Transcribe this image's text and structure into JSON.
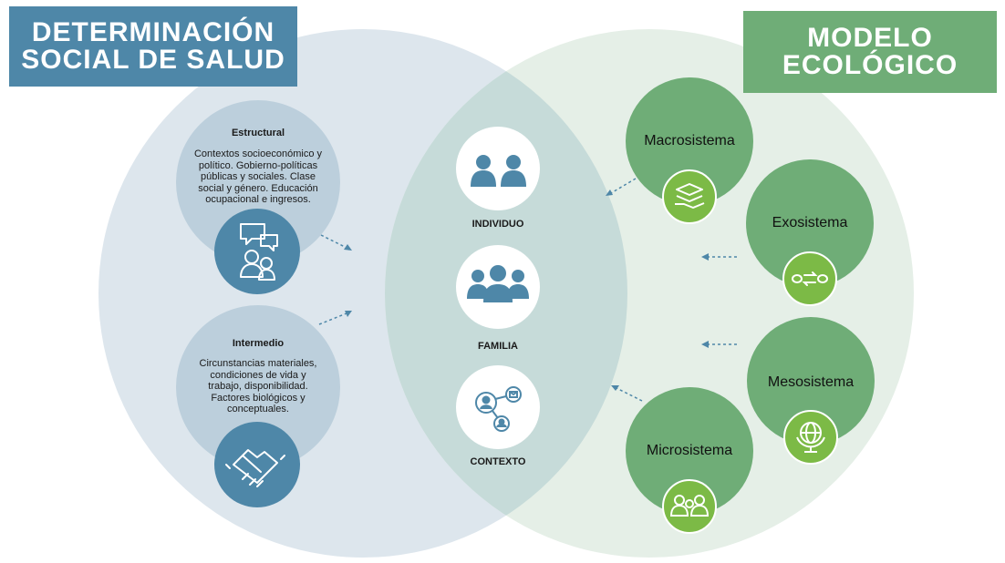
{
  "left_header": {
    "line1": "DETERMINACIÓN",
    "line2": "SOCIAL DE SALUD"
  },
  "right_header": {
    "line1": "MODELO",
    "line2": "ECOLÓGICO"
  },
  "determinants": [
    {
      "title": "Estructural",
      "description_lines": [
        "Contextos socioeconómico y",
        "político. Gobierno-políticas",
        "públicas y sociales. Clase",
        "social y género. Educación",
        "ocupacional e ingresos."
      ],
      "icon": "conversation-people-icon"
    },
    {
      "title": "Intermedio",
      "description_lines": [
        "Circunstancias materiales,",
        "condiciones de vida y",
        "trabajo, disponibilidad.",
        "Factores biológicos y",
        "conceptuales."
      ],
      "icon": "handshake-icon"
    }
  ],
  "center_items": [
    {
      "label": "INDIVIDUO",
      "icon": "two-persons-icon"
    },
    {
      "label": "FAMILIA",
      "icon": "group-people-icon"
    },
    {
      "label": "CONTEXTO",
      "icon": "network-people-icon"
    }
  ],
  "systems": [
    {
      "label": "Macrosistema",
      "icon": "layers-hand-icon"
    },
    {
      "label": "Exosistema",
      "icon": "exchange-arrows-icon"
    },
    {
      "label": "Mesosistema",
      "icon": "globe-icon"
    },
    {
      "label": "Microsistema",
      "icon": "family-icon"
    }
  ],
  "colors": {
    "left_circle": "#dde6ed",
    "right_circle": "#e5efe7",
    "overlap": "#c6dbd9",
    "blue": "#4e87a8",
    "light_blue": "#bccfdc",
    "green_dark": "#6fad77",
    "green_light": "#7cba46"
  }
}
